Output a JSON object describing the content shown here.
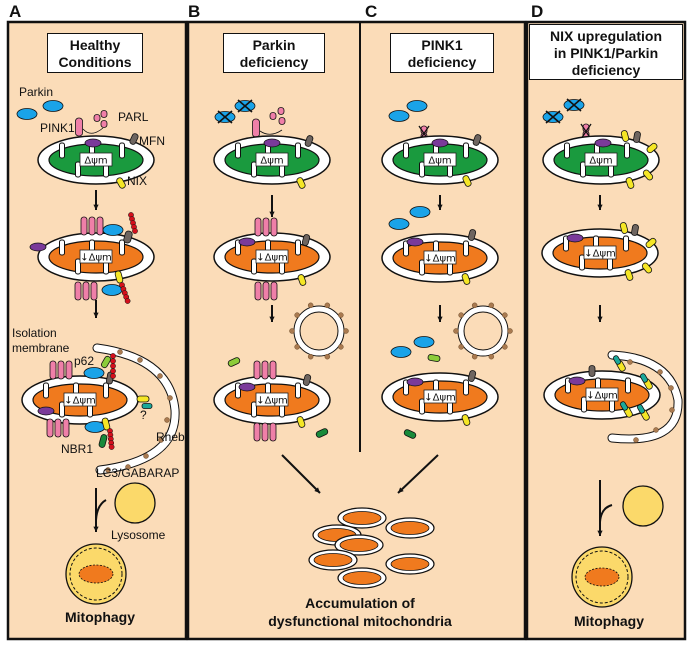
{
  "figure": {
    "panels": [
      {
        "letter": "A",
        "title": "Healthy\nConditions",
        "labels": {
          "parkin": "Parkin",
          "pink1": "PINK1",
          "parl": "PARL",
          "mfn": "MFN",
          "nix": "NIX",
          "isolation_membrane": "Isolation\nmembrane",
          "p62": "p62",
          "question": "?",
          "rheb": "Rheb",
          "nbr1": "NBR1",
          "lc3": "LC3/GABARAP",
          "lysosome": "Lysosome"
        },
        "outcome": "Mitophagy"
      },
      {
        "letter": "B",
        "title": "Parkin\ndeficiency"
      },
      {
        "letter": "C",
        "title": "PINK1\ndeficiency"
      },
      {
        "letter": "D",
        "title": "NIX upregulation\nin PINK1/Parkin\ndeficiency",
        "outcome": "Mitophagy"
      }
    ],
    "membrane_potential_label": "Δψm",
    "membrane_potential_low_label": "↓Δψm",
    "shared_outcome": "Accumulation of\ndysfunctional mitochondria",
    "colors": {
      "background": "#fbdcb8",
      "healthy_matrix": "#1a9a3e",
      "damaged_matrix": "#f07a1e",
      "parkin": "#1aa3e8",
      "pink1": "#ef7fa8",
      "parl": "#7a3a9a",
      "mfn": "#6e6560",
      "nix": "#f5e626",
      "lc3": "#a97a50",
      "ubiquitin": "#d4101c",
      "p62": "#8ccc3a",
      "nbr1": "#188a3a",
      "rheb": "#1aa89a",
      "lysosome": "#fbd96a"
    }
  }
}
